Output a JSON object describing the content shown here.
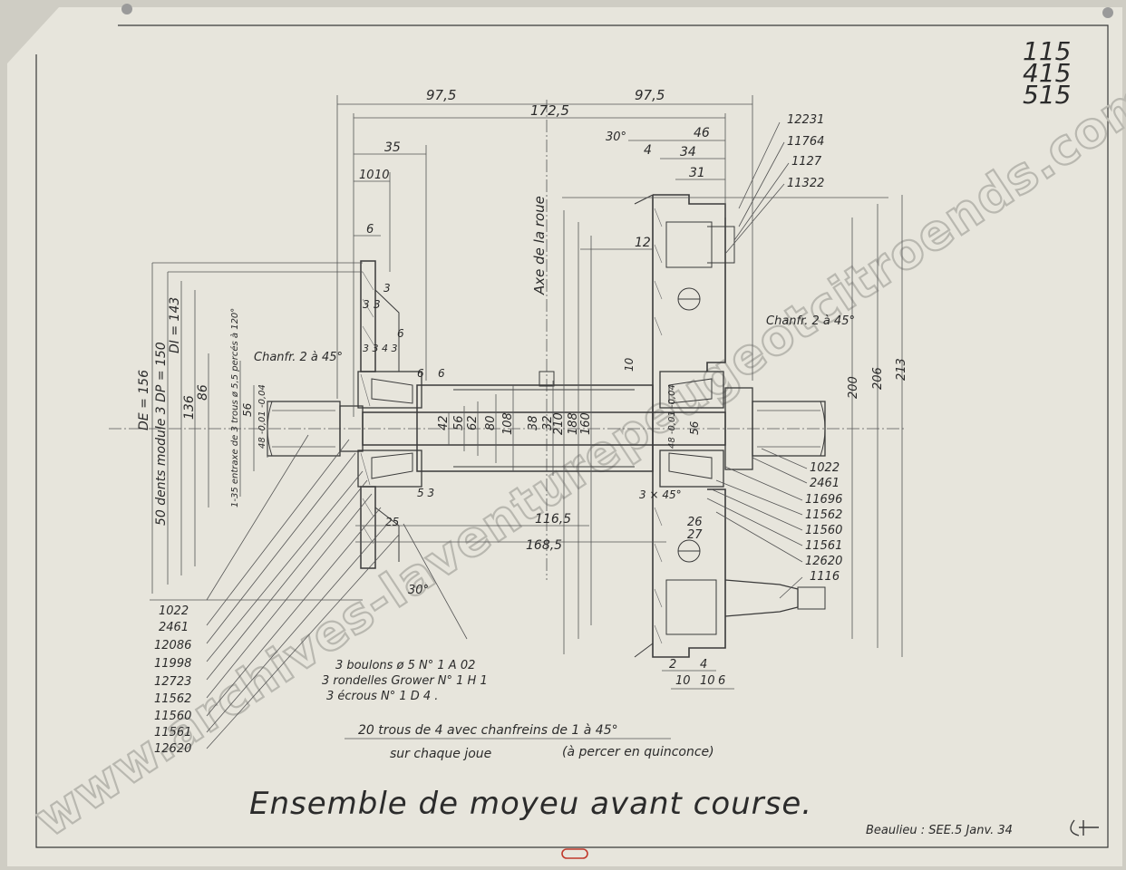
{
  "sheet": {
    "numbers": [
      "115",
      "415",
      "515"
    ],
    "title": "Ensemble de moyeu avant course.",
    "signature": "Beaulieu : SEE.5 Janv. 34",
    "watermark": "www.archives-laventurepeugeotcitroends.com"
  },
  "dims_top": {
    "d97_left": "97,5",
    "d97_right": "97,5",
    "d172": "172,5",
    "d35": "35",
    "d10a": "10",
    "d10b": "10",
    "d6": "6",
    "d30": "30°",
    "d46": "46",
    "d4": "4",
    "d34": "34",
    "d31": "31",
    "d12": "12",
    "axe": "Axe de la roue"
  },
  "dims_left": {
    "de": "DE = 156",
    "module": "50 dents module 3  DP = 150",
    "di": "DI = 143",
    "d136": "136",
    "d86": "86",
    "trous": "1-35 entraxe de 3 trous ø 5,5 percés à 120°",
    "d56": "56",
    "d48": "48 -0,01 -0,04",
    "chanf_left": "Chanfr. 2 à 45°",
    "small3a": "3",
    "small3b": "3",
    "small3c": "3",
    "small333": "3 3 4 3",
    "small6a": "6",
    "small6b": "6",
    "small6c": "6"
  },
  "dims_center": {
    "d42": "42",
    "d56c": "56",
    "d62": "62",
    "d80": "80",
    "d108": "108",
    "d38": "38",
    "d32": "32",
    "d210": "210",
    "d188": "188",
    "d160": "160",
    "d48r": "48 -0,01 -0,04",
    "d56r": "56",
    "d116": "116,5",
    "d168": "168,5",
    "d53": "5 3",
    "d30b": "30°",
    "d25": "25",
    "d3_45": "3 × 45°",
    "d26": "26",
    "d27": "27",
    "d2": "2",
    "d4b": "4",
    "d10c": "10",
    "d10d": "10",
    "d6b": "6",
    "d10e": "10"
  },
  "dims_right": {
    "chanf_right": "Chanfr. 2 à 45°",
    "d200": "200",
    "d206": "206",
    "d213": "213"
  },
  "refs_top_right": [
    "12231",
    "11764",
    "1127",
    "11322"
  ],
  "refs_right": [
    "1022",
    "2461",
    "11696",
    "11562",
    "11560",
    "11561",
    "12620",
    "1116"
  ],
  "refs_left": [
    "1022",
    "2461",
    "12086",
    "11998",
    "12723",
    "11562",
    "11560",
    "11561",
    "12620"
  ],
  "notes": {
    "boulons": "3 boulons ø 5   N° 1 A 02",
    "rondelles": "3 rondelles Grower N° 1 H 1",
    "ecrous": "3 écrous   N°   1 D 4 .",
    "trous_line1": "20 trous de 4 avec chanfreins de 1 à 45°",
    "trous_line2": "sur chaque joue",
    "trous_paren": "(à percer en quinconce)"
  },
  "colors": {
    "paper": "#e7e5dc",
    "ink": "#2b2b2b",
    "red_mark": "#c0392b"
  }
}
